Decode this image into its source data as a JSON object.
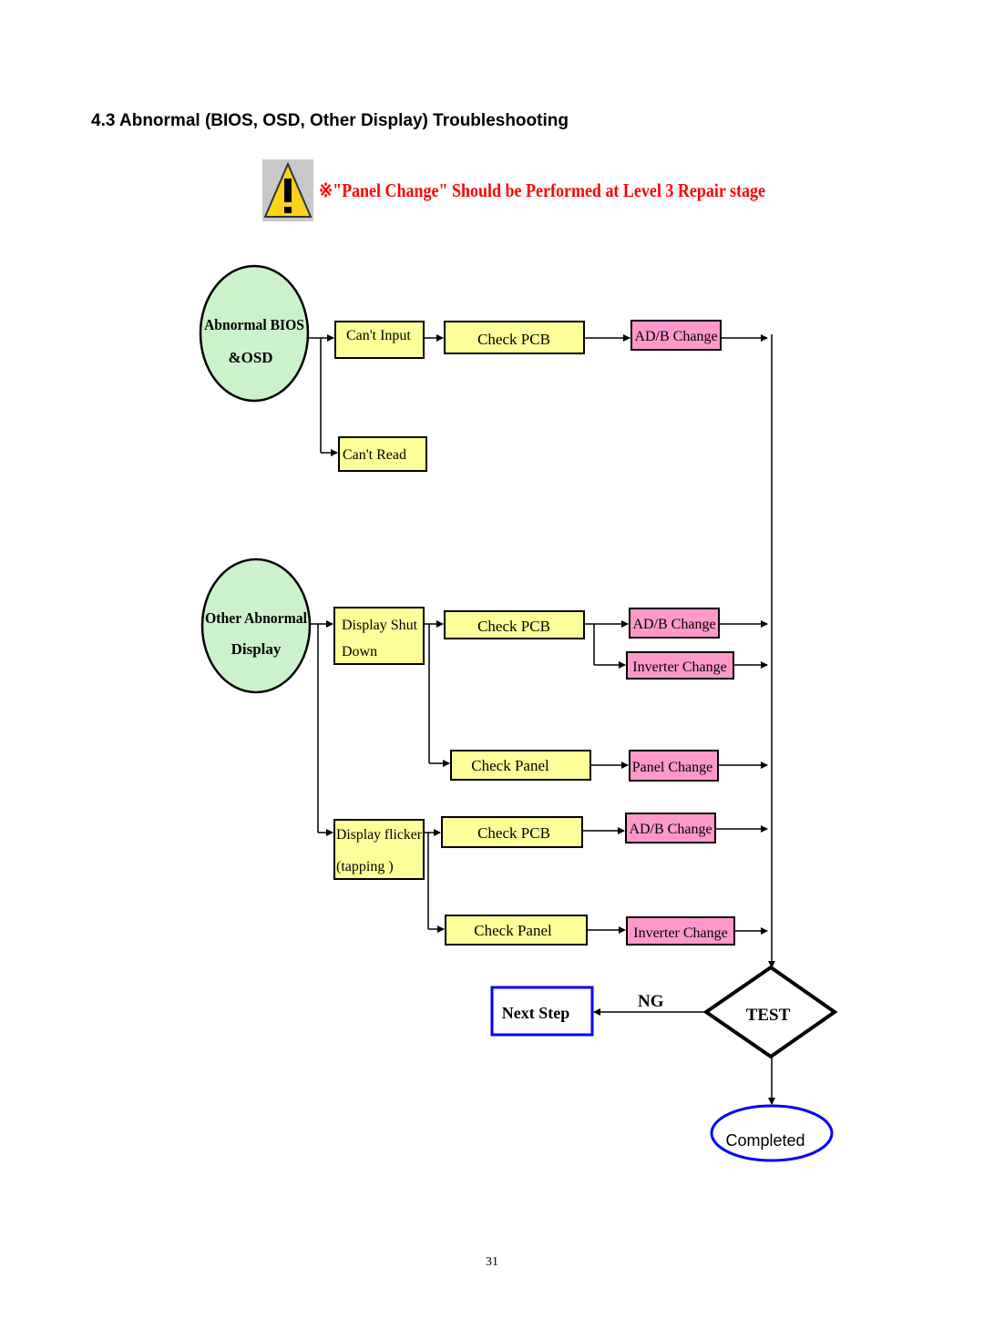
{
  "page": {
    "title": "4.3 Abnormal (BIOS, OSD, Other Display) Troubleshooting",
    "number": "31"
  },
  "warning": {
    "icon": "warning-triangle-icon",
    "text": "※\"Panel Change\" Should be Performed at Level 3 Repair stage"
  },
  "flow": {
    "start1": [
      "Abnormal BIOS",
      "&OSD"
    ],
    "start2": [
      "Other Abnormal",
      "Display"
    ],
    "cant_input": "Can't Input",
    "cant_read": "Can't Read",
    "check_pcb": "Check PCB",
    "adb_change": "AD/B Change",
    "display_shut": [
      "Display Shut",
      "Down"
    ],
    "display_flicker": [
      "Display flicker",
      "(tapping )"
    ],
    "check_panel": "Check Panel",
    "inverter_change": "Inverter Change",
    "panel_change": "Panel Change",
    "test": "TEST",
    "ng": "NG",
    "next_step": "Next Step",
    "completed": "Completed"
  },
  "colors": {
    "start_fill": "#ccf2cc",
    "box_fill": "#ffff99",
    "change_fill": "#ff99cc",
    "warning_text": "#ff0000",
    "next_step_border": "#0000ff",
    "completed_border": "#0000ff"
  }
}
